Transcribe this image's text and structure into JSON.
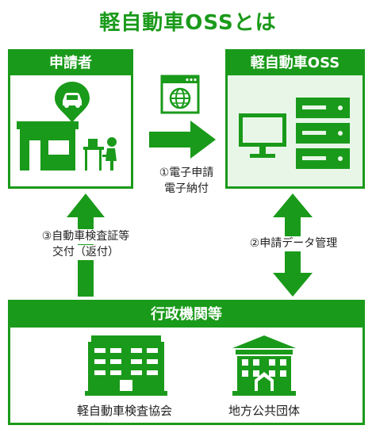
{
  "title": "軽自動車OSSとは",
  "applicant": {
    "header": "申請者"
  },
  "oss": {
    "header": "軽自動車OSS"
  },
  "agency": {
    "header": "行政機関等",
    "org1": "軽自動車検査協会",
    "org2": "地方公共団体"
  },
  "flows": {
    "submit_line1": "①電子申請",
    "submit_line2": "電子納付",
    "manage": "②申請データ管理",
    "issue_line1": "③自動車検査証等",
    "issue_line2": "交付（返付）"
  },
  "colors": {
    "accent": "#1a9a1a",
    "light": "#e8f6e8"
  }
}
